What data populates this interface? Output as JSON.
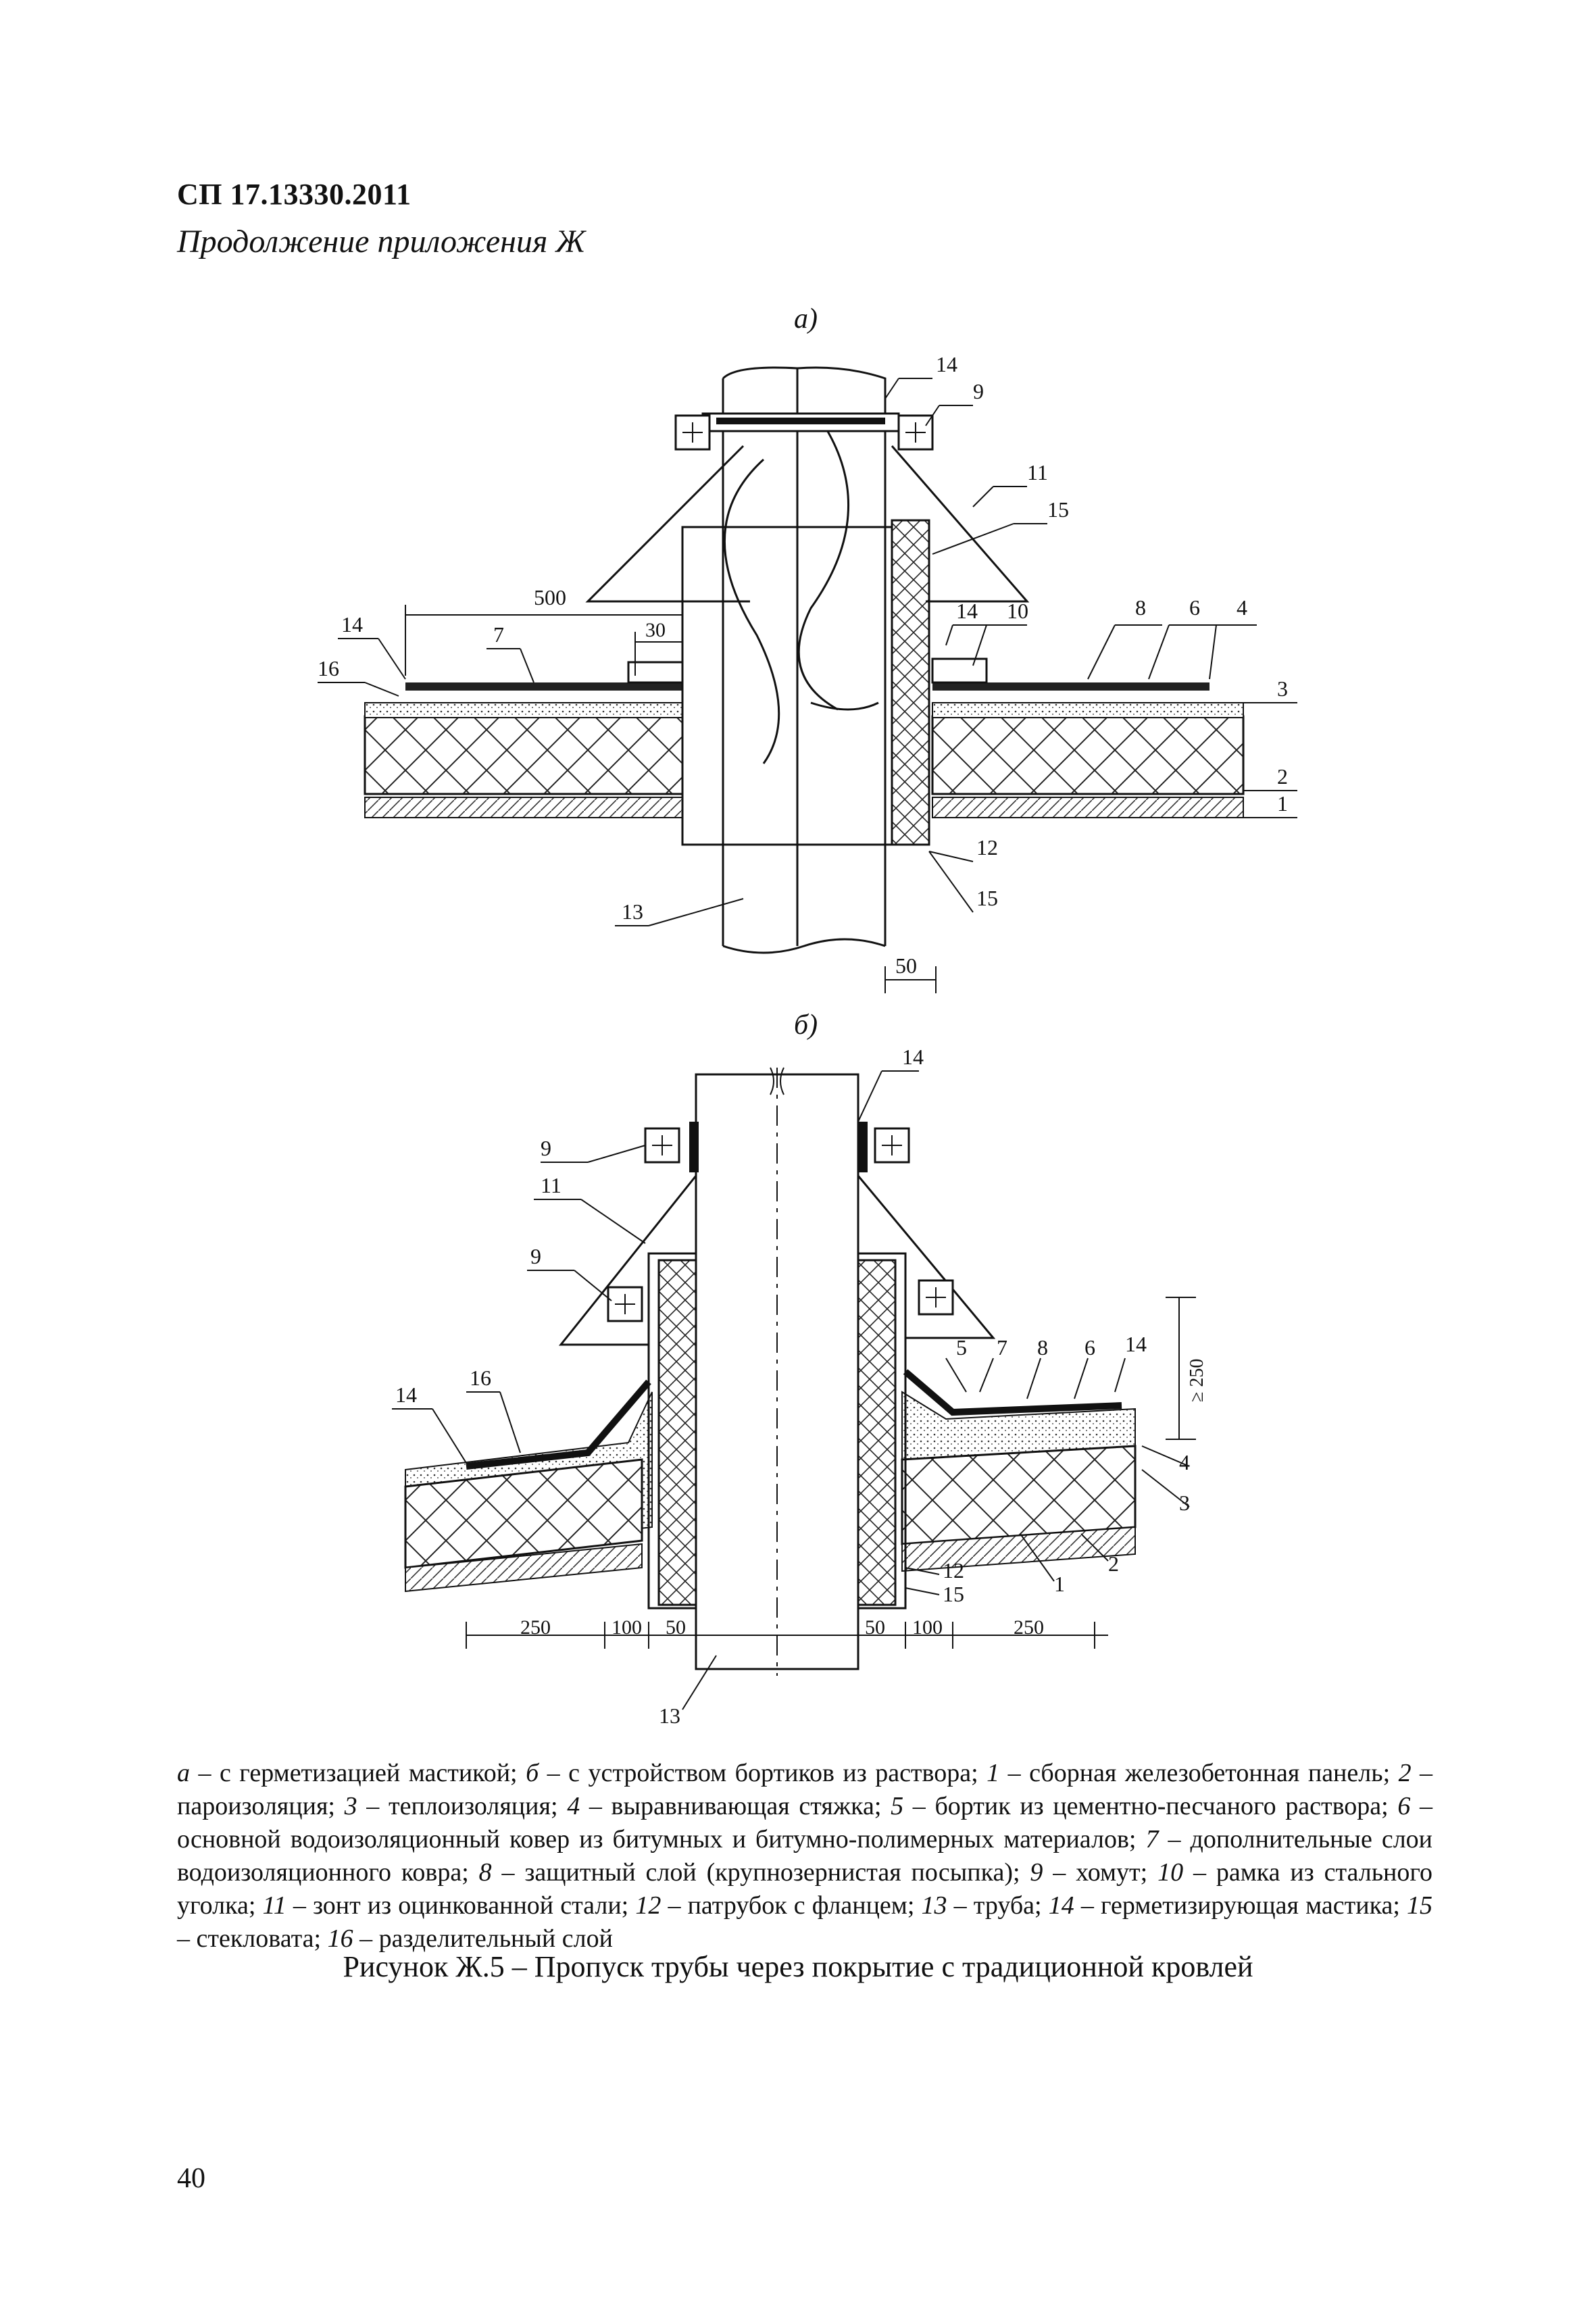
{
  "header": {
    "doc_code": "СП 17.13330.2011",
    "continuation": "Продолжение приложения Ж"
  },
  "figure_a": {
    "label": "а)",
    "dims": [
      "500",
      "30",
      "50"
    ],
    "callouts": [
      "14",
      "9",
      "11",
      "15",
      "14",
      "10",
      "8",
      "6",
      "4",
      "3",
      "2",
      "1",
      "12",
      "15",
      "13",
      "14",
      "16",
      "7"
    ]
  },
  "figure_b": {
    "label": "б)",
    "dims": [
      "250",
      "100",
      "50",
      "50",
      "100",
      "250",
      "≥ 250"
    ],
    "callouts": [
      "14",
      "9",
      "11",
      "9",
      "5",
      "7",
      "8",
      "6",
      "14",
      "4",
      "3",
      "2",
      "1",
      "12",
      "15",
      "13",
      "14",
      "16"
    ]
  },
  "legend": {
    "items": [
      {
        "n": "а",
        "text": "с герметизацией мастикой"
      },
      {
        "n": "б",
        "text": "с устройством бортиков из раствора"
      },
      {
        "n": "1",
        "text": "сборная железобетонная панель"
      },
      {
        "n": "2",
        "text": "пароизоляция"
      },
      {
        "n": "3",
        "text": "теплоизоляция"
      },
      {
        "n": "4",
        "text": "выравнивающая стяжка"
      },
      {
        "n": "5",
        "text": "бортик из цементно-песчаного раствора"
      },
      {
        "n": "6",
        "text": "основной водоизоляционный ковер из битумных и битумно-полимерных материалов"
      },
      {
        "n": "7",
        "text": "дополнительные слои водоизоляционного ковра"
      },
      {
        "n": "8",
        "text": "защитный слой (крупнозернистая посыпка)"
      },
      {
        "n": "9",
        "text": "хомут"
      },
      {
        "n": "10",
        "text": "рамка из стального уголка"
      },
      {
        "n": "11",
        "text": "зонт из оцинкованной стали"
      },
      {
        "n": "12",
        "text": "патрубок с фланцем"
      },
      {
        "n": "13",
        "text": "труба"
      },
      {
        "n": "14",
        "text": "герметизирующая мастика"
      },
      {
        "n": "15",
        "text": "стекловата"
      },
      {
        "n": "16",
        "text": "разделительный слой"
      }
    ]
  },
  "figure_title": "Рисунок Ж.5 – Пропуск трубы через покрытие с традиционной кровлей",
  "page_number": "40"
}
